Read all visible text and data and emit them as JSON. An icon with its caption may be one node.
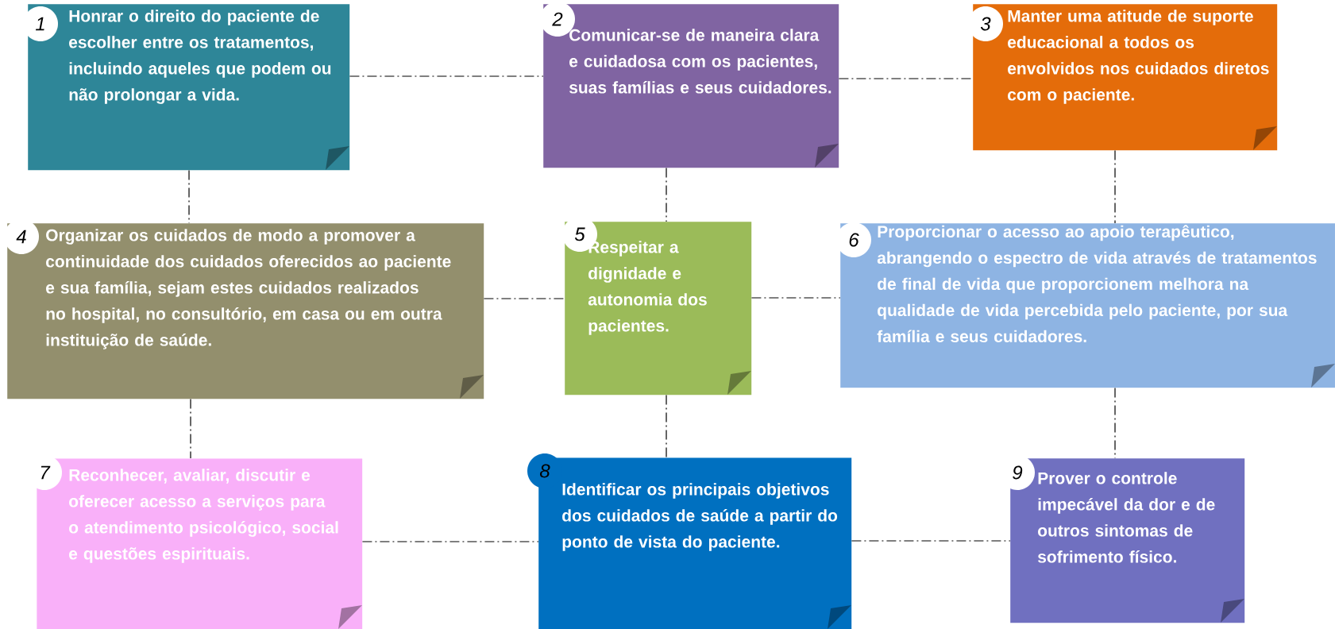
{
  "diagram": {
    "nodes": [
      {
        "text": [
          "1",
          "Honrar o direito do paciente de escolher entre os tratamentos, incluindo aqueles que podem ou não prolongar a vida."
        ]
      },
      {
        "text": [
          "2",
          "Comunicar-se de maneira clara e cuidadosa com os pacientes, suas famílias e seus cuidadores."
        ]
      },
      {
        "text": [
          "3",
          "Manter uma atitude de suporte educacional a todos os envolvidos nos cuidados diretos com o paciente."
        ]
      },
      {
        "text": [
          "4",
          "Organizar os cuidados de modo a promover a continuidade dos cuidados oferecidos ao paciente e sua família, sejam estes cuidados realizados no hospital, no consultório, em casa ou em outra instituição de saúde."
        ]
      },
      {
        "text": [
          "5",
          "Respeitar a dignidade e autonomia dos pacientes."
        ]
      },
      {
        "text": [
          "6",
          "Proporcionar o acesso ao apoio terapêutico, abrangendo o espectro de vida através de tratamentos de final de vida que proporcionem melhora na qualidade de vida percebida pelo paciente, por sua família e seus cuidadores."
        ]
      },
      {
        "text": [
          "7",
          "Reconhecer, avaliar, discutir e oferecer acesso a serviços para o atendimento psicológico, social e questões espirituais."
        ]
      },
      {
        "text": [
          "8",
          "Identificar os principais objetivos dos cuidados de saúde a partir do ponto de vista do paciente."
        ]
      },
      {
        "text": [
          "9",
          "Prover o controle impecável da dor e de outros sintomas de sofrimento físico."
        ]
      }
    ],
    "edges": [
      {
        "from": 0,
        "to": 1,
        "arrow": "none"
      },
      {
        "from": 1,
        "to": 2,
        "arrow": "none"
      },
      {
        "from": 0,
        "to": 3,
        "arrow": "none"
      },
      {
        "from": 1,
        "to": 4,
        "arrow": "none"
      },
      {
        "from": 2,
        "to": 5,
        "arrow": "none"
      },
      {
        "from": 3,
        "to": 4,
        "arrow": "none"
      },
      {
        "from": 4,
        "to": 5,
        "arrow": "none"
      },
      {
        "from": 3,
        "to": 6,
        "arrow": "none"
      },
      {
        "from": 4,
        "to": 7,
        "arrow": "none"
      },
      {
        "from": 5,
        "to": 8,
        "arrow": "none"
      },
      {
        "from": 6,
        "to": 7,
        "arrow": "none"
      },
      {
        "from": 7,
        "to": 8,
        "arrow": "none"
      }
    ]
  }
}
